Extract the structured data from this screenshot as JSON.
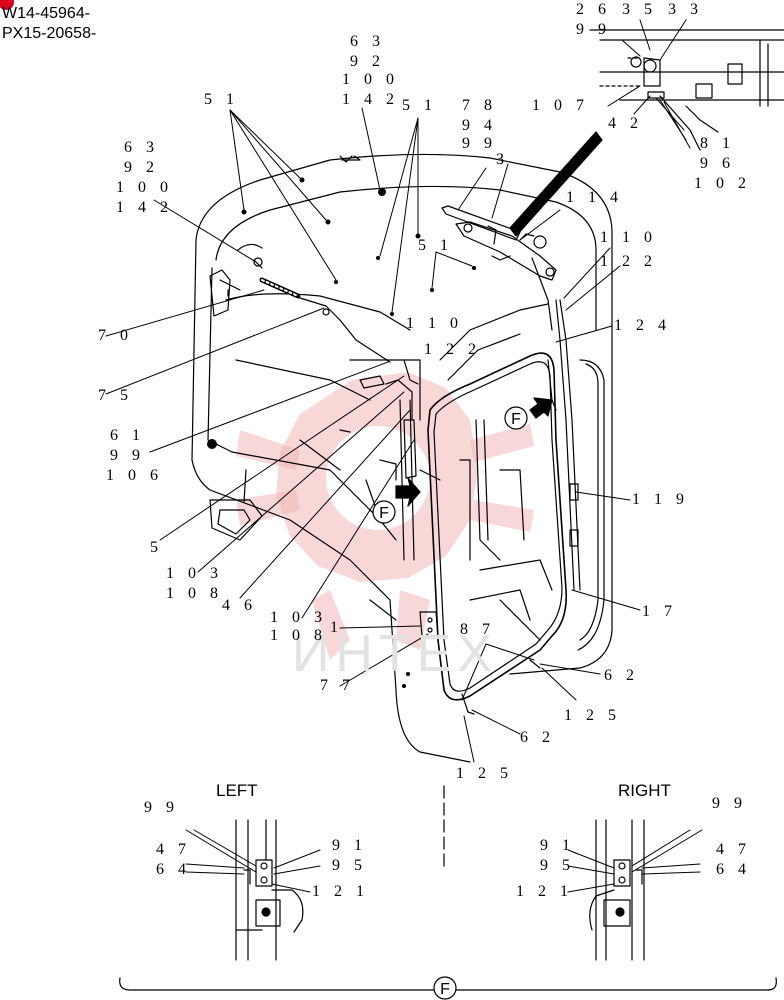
{
  "serials": [
    "W14-45964-",
    "PX15-20658-"
  ],
  "watermark_text": "ИНТЕХ",
  "view_marker": "F",
  "captions": {
    "left": "LEFT",
    "right": "RIGHT"
  },
  "labels": [
    {
      "id": "lbl-26",
      "text": "2 6"
    },
    {
      "id": "lbl-35",
      "text": "3 5"
    },
    {
      "id": "lbl-33",
      "text": "3 3"
    },
    {
      "id": "lbl-99-tr",
      "text": "9 9"
    },
    {
      "id": "lbl-107",
      "text": "1 0 7"
    },
    {
      "id": "lbl-42",
      "text": "4 2"
    },
    {
      "id": "lbl-81",
      "text": "8 1"
    },
    {
      "id": "lbl-96",
      "text": "9 6"
    },
    {
      "id": "lbl-102",
      "text": "1 0 2"
    },
    {
      "id": "lbl-63-a",
      "text": "6 3"
    },
    {
      "id": "lbl-92-a",
      "text": "9 2"
    },
    {
      "id": "lbl-100-a",
      "text": "1 0 0"
    },
    {
      "id": "lbl-142-a",
      "text": "1 4 2"
    },
    {
      "id": "lbl-51-a",
      "text": "5 1"
    },
    {
      "id": "lbl-51-b",
      "text": "5 1"
    },
    {
      "id": "lbl-78",
      "text": "7 8"
    },
    {
      "id": "lbl-94",
      "text": "9 4"
    },
    {
      "id": "lbl-99-b",
      "text": "9 9"
    },
    {
      "id": "lbl-3",
      "text": "3"
    },
    {
      "id": "lbl-63-b",
      "text": "6 3"
    },
    {
      "id": "lbl-92-b",
      "text": "9 2"
    },
    {
      "id": "lbl-100-b",
      "text": "1 0 0"
    },
    {
      "id": "lbl-142-b",
      "text": "1 4 2"
    },
    {
      "id": "lbl-114",
      "text": "1 1 4"
    },
    {
      "id": "lbl-51-c",
      "text": "5 1"
    },
    {
      "id": "lbl-110-a",
      "text": "1 1 0"
    },
    {
      "id": "lbl-122-a",
      "text": "1 2 2"
    },
    {
      "id": "lbl-124",
      "text": "1 2 4"
    },
    {
      "id": "lbl-110-b",
      "text": "1 1 0"
    },
    {
      "id": "lbl-122-b",
      "text": "1 2 2"
    },
    {
      "id": "lbl-70",
      "text": "7 0"
    },
    {
      "id": "lbl-75",
      "text": "7 5"
    },
    {
      "id": "lbl-61",
      "text": "6 1"
    },
    {
      "id": "lbl-99-c",
      "text": "9 9"
    },
    {
      "id": "lbl-106",
      "text": "1 0 6"
    },
    {
      "id": "lbl-119",
      "text": "1 1 9"
    },
    {
      "id": "lbl-5",
      "text": "5"
    },
    {
      "id": "lbl-103-a",
      "text": "1 0 3"
    },
    {
      "id": "lbl-108-a",
      "text": "1 0 8"
    },
    {
      "id": "lbl-46",
      "text": "4 6"
    },
    {
      "id": "lbl-17",
      "text": "1 7"
    },
    {
      "id": "lbl-103-b",
      "text": "1 0 3"
    },
    {
      "id": "lbl-108-b",
      "text": "1 0 8"
    },
    {
      "id": "lbl-1",
      "text": "1"
    },
    {
      "id": "lbl-87",
      "text": "8 7"
    },
    {
      "id": "lbl-62-a",
      "text": "6 2"
    },
    {
      "id": "lbl-77",
      "text": "7 7"
    },
    {
      "id": "lbl-125-a",
      "text": "1 2 5"
    },
    {
      "id": "lbl-62-b",
      "text": "6 2"
    },
    {
      "id": "lbl-125-b",
      "text": "1 2 5"
    },
    {
      "id": "lbl-99-l",
      "text": "9 9"
    },
    {
      "id": "lbl-47-l",
      "text": "4 7"
    },
    {
      "id": "lbl-64-l",
      "text": "6 4"
    },
    {
      "id": "lbl-91-l",
      "text": "9 1"
    },
    {
      "id": "lbl-95-l",
      "text": "9 5"
    },
    {
      "id": "lbl-121-l",
      "text": "1 2 1"
    },
    {
      "id": "lbl-99-r",
      "text": "9 9"
    },
    {
      "id": "lbl-91-r",
      "text": "9 1"
    },
    {
      "id": "lbl-95-r",
      "text": "9 5"
    },
    {
      "id": "lbl-47-r",
      "text": "4 7"
    },
    {
      "id": "lbl-64-r",
      "text": "6 4"
    },
    {
      "id": "lbl-121-r",
      "text": "1 2 1"
    }
  ],
  "colors": {
    "line": "#000000",
    "watermark": "#f2b7b7",
    "badge": "#d8001b"
  }
}
